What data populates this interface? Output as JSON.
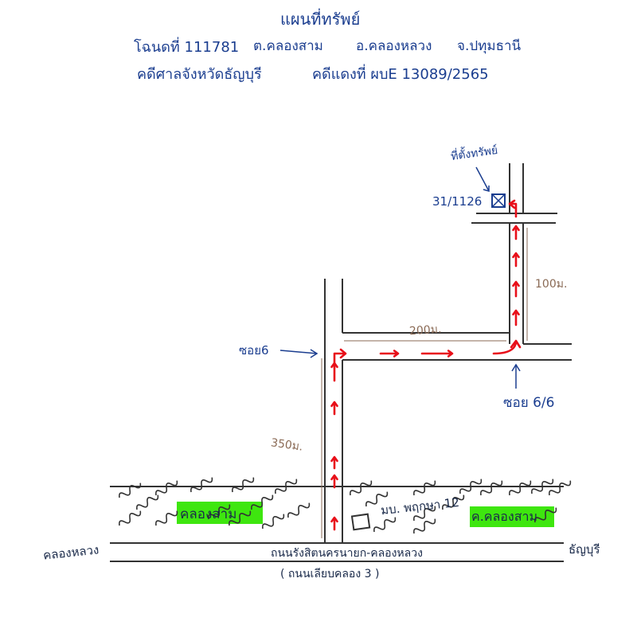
{
  "header": {
    "title": "แผนที่ทรัพย์",
    "line1_deed": "โฉนดที่ 111781",
    "line1_tambon": "ต.คลองสาม",
    "line1_amphoe": "อ.คลองหลวง",
    "line1_province": "จ.ปทุมธานี",
    "line2_court": "คดีศาลจังหวัดธัญบุรี",
    "line2_case": "คดีแดงที่ ผบE 13089/2565"
  },
  "labels": {
    "property_pointer": "ที่ตั้งทรัพย์",
    "house_number": "31/1126",
    "soi_6": "ซอย6",
    "soi_6_6": "ซอย 6/6",
    "dist_350": "350ม.",
    "dist_200": "200ม.",
    "dist_100": "100ม.",
    "canal_left": "คลองสาม",
    "canal_right": "ค.คลองสาม",
    "village": "มบ. พฤกษา 12",
    "main_road": "ถนนรังสิตนครนายก-คลองหลวง",
    "main_road_alt": "( ถนนเลียบคลอง 3 )",
    "side_left": "คลองหลวง",
    "side_right": "ธัญบุรี"
  },
  "colors": {
    "ink": "#1a3d8f",
    "pencil": "#8a6a55",
    "arrow": "#e8101a",
    "highlight": "#3ee60f",
    "road": "#333333"
  }
}
